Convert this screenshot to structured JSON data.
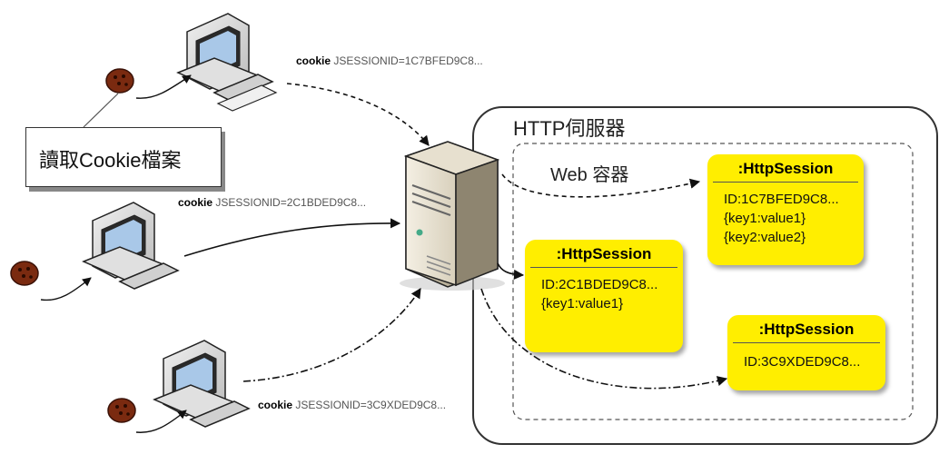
{
  "server_title": "HTTP伺服器",
  "container_title": "Web 容器",
  "read_cookie": "讀取Cookie檔案",
  "cookies": [
    {
      "keyword": "cookie",
      "value": "JSESSIONID=1C7BFED9C8..."
    },
    {
      "keyword": "cookie",
      "value": "JSESSIONID=2C1BDED9C8..."
    },
    {
      "keyword": "cookie",
      "value": "JSESSIONID=3C9XDED9C8..."
    }
  ],
  "sessions": [
    {
      "title": ":HttpSession",
      "lines": [
        "ID:1C7BFED9C8...",
        "{key1:value1}",
        "{key2:value2}"
      ]
    },
    {
      "title": ":HttpSession",
      "lines": [
        "ID:2C1BDED9C8...",
        "{key1:value1}"
      ]
    },
    {
      "title": ":HttpSession",
      "lines": [
        "ID:3C9XDED9C8..."
      ]
    }
  ],
  "colors": {
    "session_fill": "#ffee00",
    "border": "#333333"
  }
}
